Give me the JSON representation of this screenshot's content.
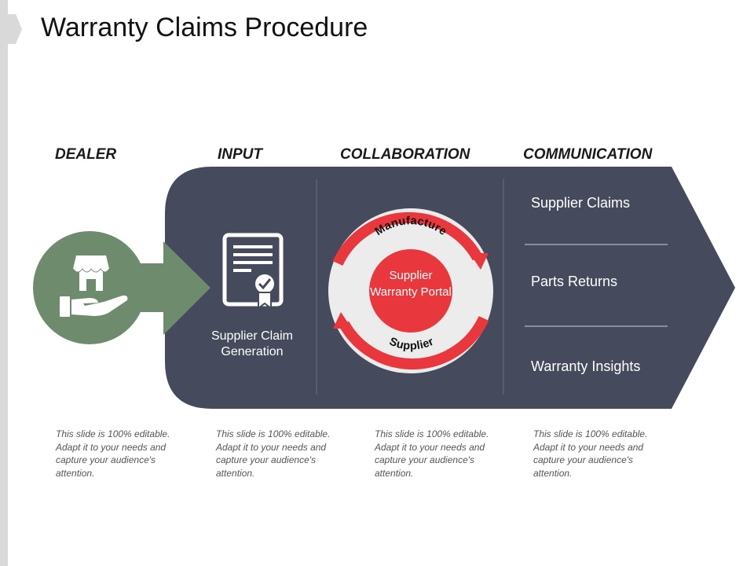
{
  "slide": {
    "title": "Warranty Claims Procedure"
  },
  "columns": [
    {
      "header": "DEALER",
      "caption": "This slide is 100% editable. Adapt it to your needs and capture your audience's attention."
    },
    {
      "header": "INPUT",
      "caption": "This slide is 100% editable. Adapt it to your needs and capture your audience's attention."
    },
    {
      "header": "COLLABORATION",
      "caption": "This slide is 100% editable. Adapt it to your needs and capture your audience's attention."
    },
    {
      "header": "COMMUNICATION",
      "caption": "This slide is 100% editable. Adapt it to your needs and capture your audience's attention."
    }
  ],
  "dealer": {
    "icon": "store-in-hand-icon"
  },
  "input": {
    "icon": "certificate-icon",
    "label": "Supplier Claim Generation"
  },
  "collaboration": {
    "top_arc_label": "Manufacture",
    "bottom_arc_label": "Supplier",
    "center_label": "Supplier Warranty Portal"
  },
  "communication": {
    "items": [
      "Supplier Claims",
      "Parts Returns",
      "Warranty Insights"
    ]
  },
  "colors": {
    "panel": "#454a5c",
    "dealer_green": "#6e8b6e",
    "accent_red": "#e8383d",
    "ring_light": "#ececec"
  }
}
